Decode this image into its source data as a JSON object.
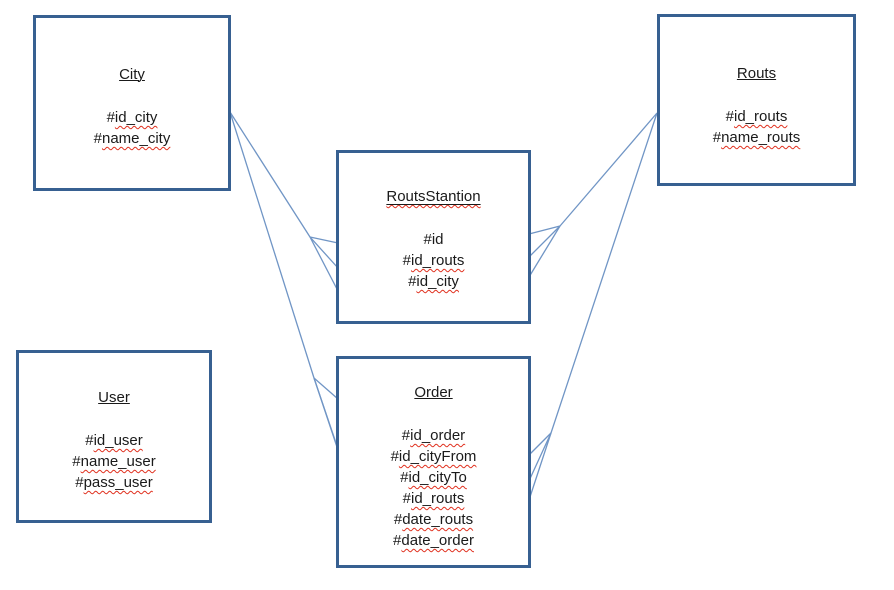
{
  "colors": {
    "box_border": "#376091",
    "connector_line": "#7095c5",
    "text": "#1a1a1a",
    "spellcheck_squiggle": "#e0301e"
  },
  "entities": [
    {
      "key": "city",
      "title": "City",
      "fields": [
        {
          "hash": "#",
          "name": "id_city"
        },
        {
          "hash": "#",
          "name": "name_city"
        }
      ]
    },
    {
      "key": "routs",
      "title": "Routs",
      "fields": [
        {
          "hash": "#",
          "name": "id_routs"
        },
        {
          "hash": "#",
          "name": "name_routs"
        }
      ]
    },
    {
      "key": "routsstantion",
      "title": "RoutsStantion",
      "fields": [
        {
          "hash": "#",
          "name": "id"
        },
        {
          "hash": "#",
          "name": "id_routs"
        },
        {
          "hash": "#",
          "name": "id_city"
        }
      ]
    },
    {
      "key": "user",
      "title": "User",
      "fields": [
        {
          "hash": "#",
          "name": "id_user"
        },
        {
          "hash": "#",
          "name": "name_user"
        },
        {
          "hash": "#",
          "name": "pass_user"
        }
      ]
    },
    {
      "key": "order",
      "title": "Order",
      "fields": [
        {
          "hash": "#",
          "name": "id_order"
        },
        {
          "hash": "#",
          "name": "id_cityFrom"
        },
        {
          "hash": "#",
          "name": "id_cityTo"
        },
        {
          "hash": "#",
          "name": "id_routs"
        },
        {
          "hash": "#",
          "name": "date_routs"
        },
        {
          "hash": "#",
          "name": "date_order"
        }
      ]
    }
  ],
  "connections": [
    {
      "from": "City",
      "to": "RoutsStantion"
    },
    {
      "from": "City",
      "to": "Order"
    },
    {
      "from": "Routs",
      "to": "RoutsStantion"
    },
    {
      "from": "Routs",
      "to": "Order"
    }
  ]
}
